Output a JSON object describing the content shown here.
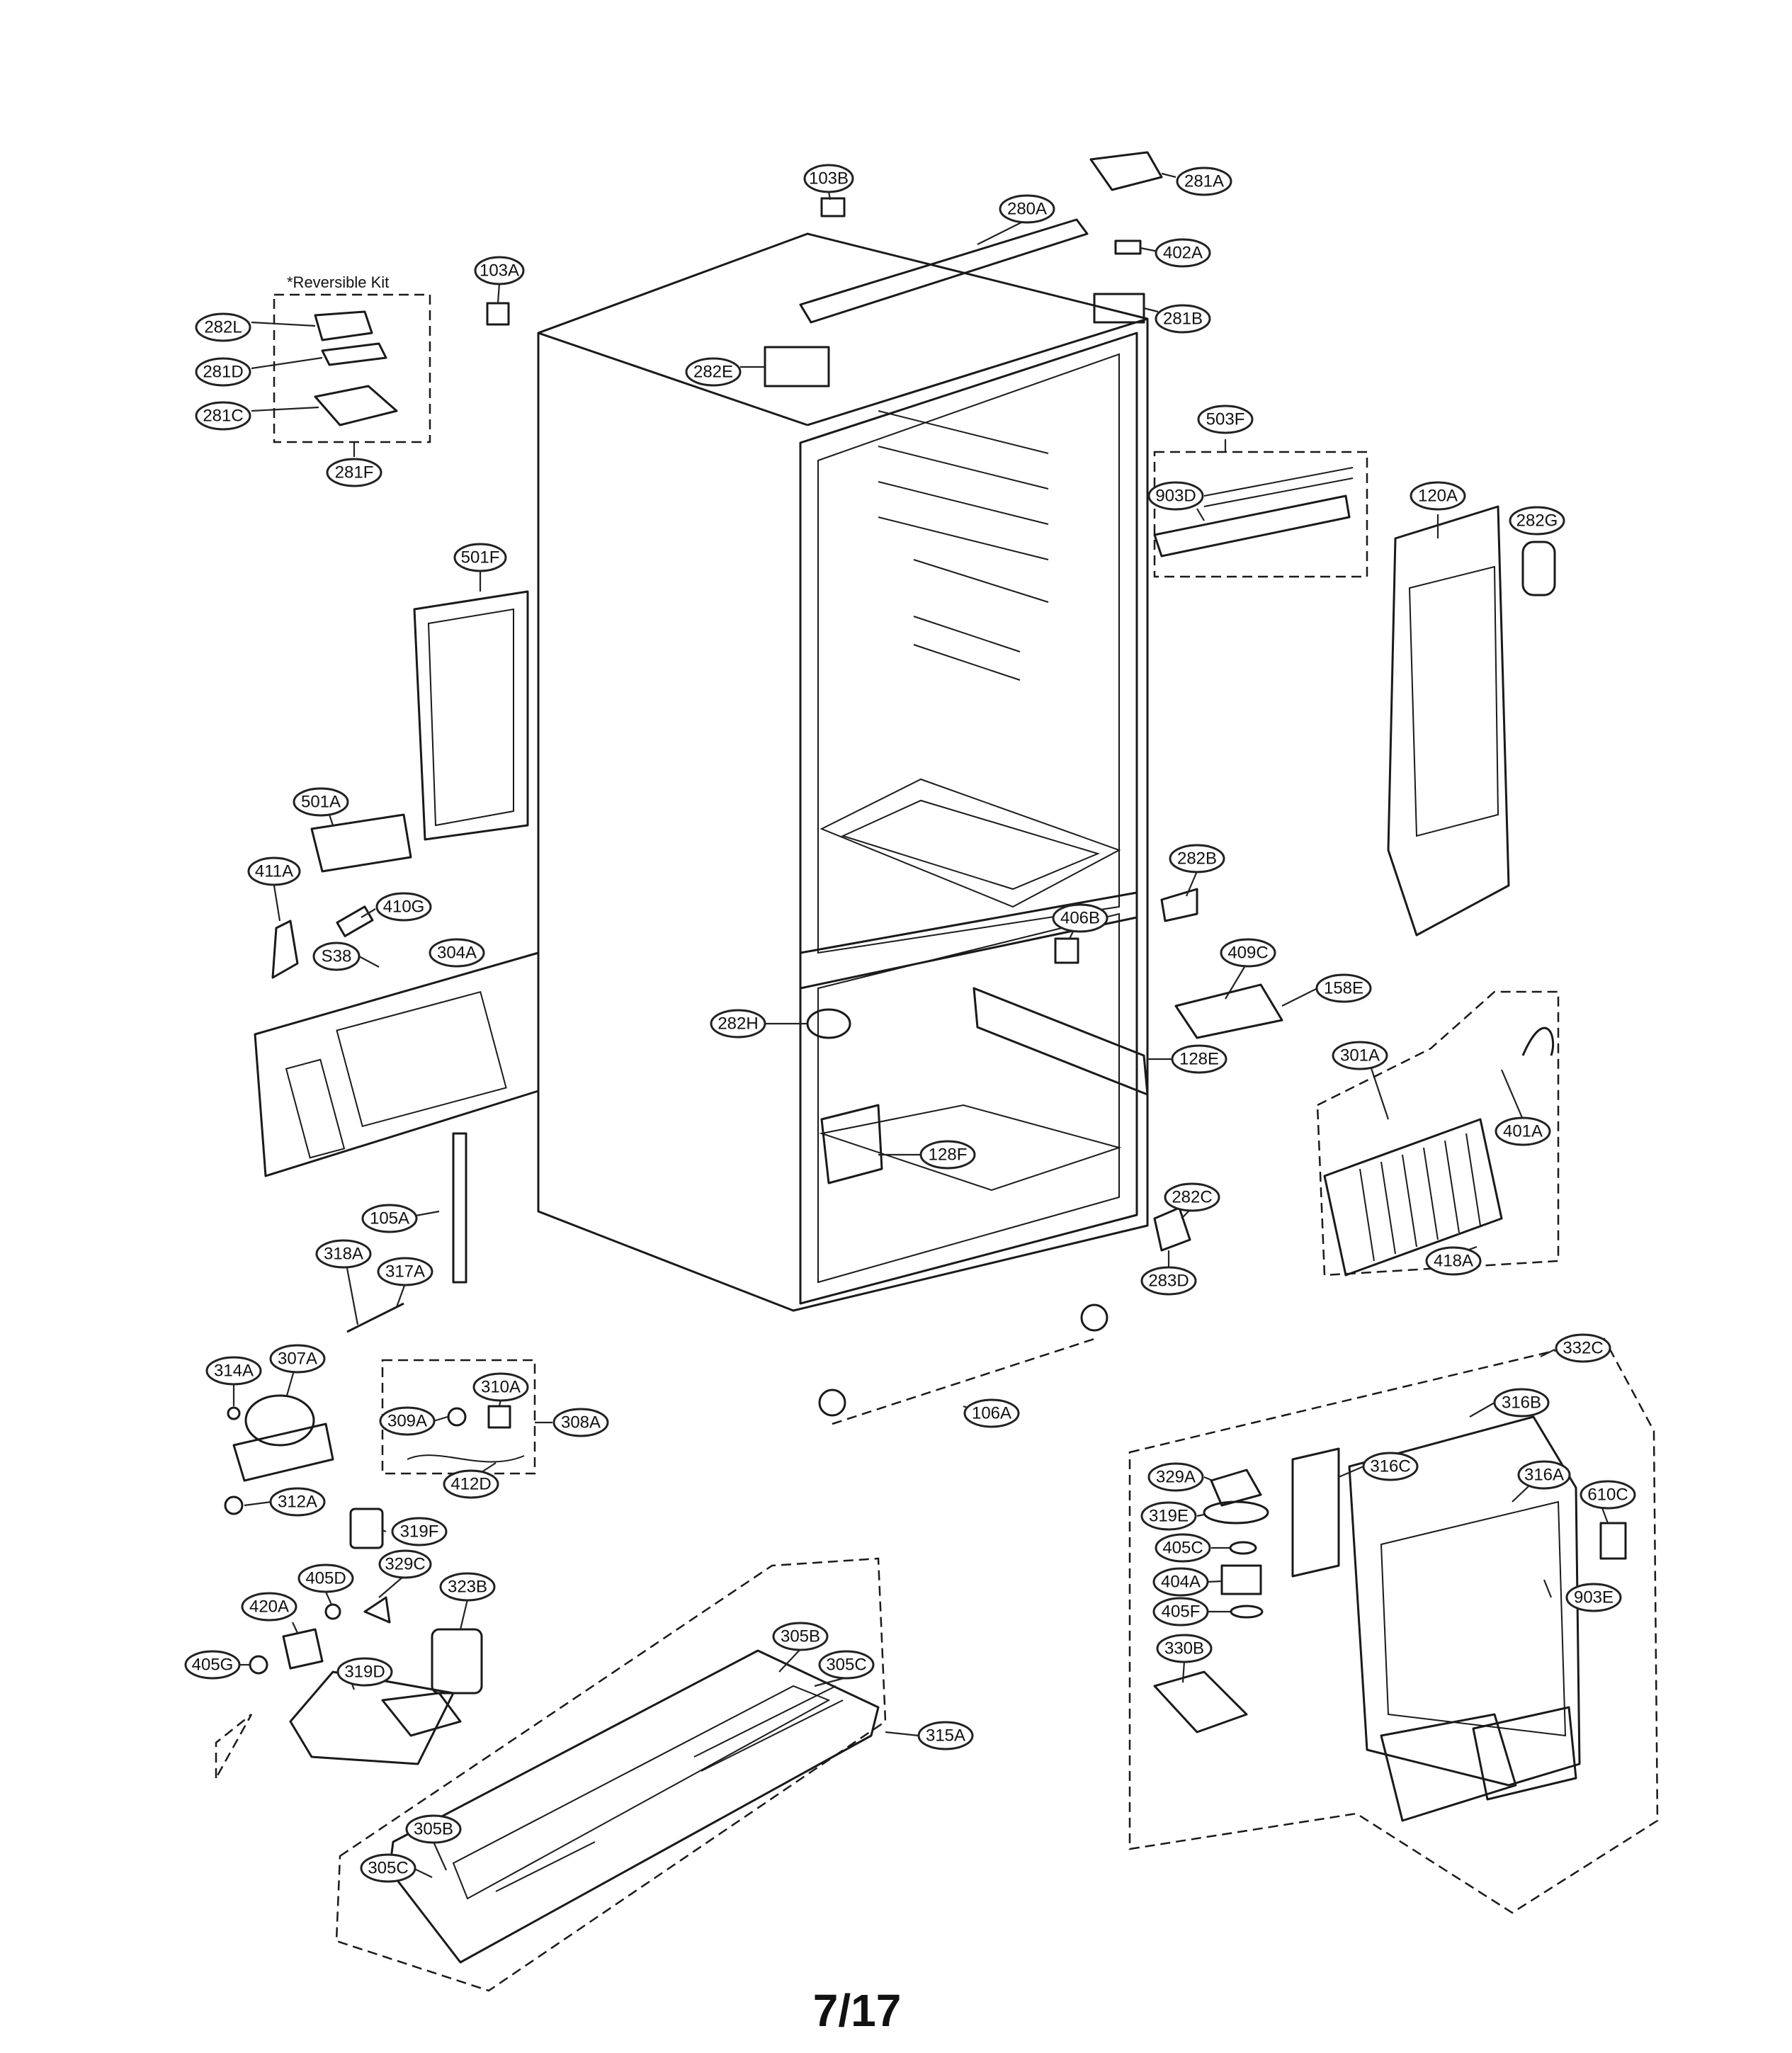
{
  "diagram": {
    "page_number": "7/17",
    "kit_label": "*Reversible Kit",
    "callouts": [
      "103B",
      "281A",
      "280A",
      "402A",
      "103A",
      "281B",
      "282L",
      "281D",
      "282E",
      "281C",
      "281F",
      "503F",
      "903D",
      "120A",
      "282G",
      "501F",
      "501A",
      "411A",
      "410G",
      "S38",
      "304A",
      "282B",
      "406B",
      "409C",
      "158E",
      "282H",
      "128E",
      "128F",
      "301A",
      "401A",
      "105A",
      "282C",
      "283D",
      "418A",
      "318A",
      "317A",
      "314A",
      "307A",
      "310A",
      "309A",
      "308A",
      "412D",
      "312A",
      "106A",
      "332C",
      "316B",
      "329A",
      "316C",
      "316A",
      "610C",
      "319E",
      "405C",
      "404A",
      "903E",
      "405F",
      "330B",
      "319F",
      "405D",
      "329C",
      "323B",
      "420A",
      "405G",
      "319D",
      "305B",
      "305C",
      "315A"
    ]
  }
}
